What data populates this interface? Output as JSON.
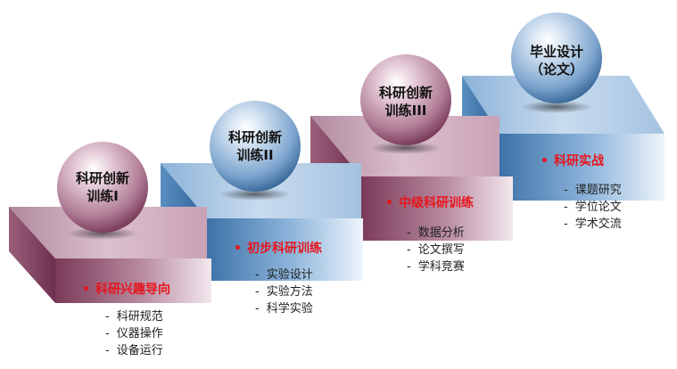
{
  "colors": {
    "pink_top": "#c8a0b3",
    "pink_front": "#8e4d6a",
    "blue_top": "#a9c7e2",
    "blue_front": "#5a8fc0",
    "title_red": "#e8141b"
  },
  "stages": [
    {
      "ball": [
        "科研创新",
        "训练I"
      ],
      "title": "科研兴趣导向",
      "items": [
        "科研规范",
        "仪器操作",
        "设备运行"
      ]
    },
    {
      "ball": [
        "科研创新",
        "训练II"
      ],
      "title": "初步科研训练",
      "items": [
        "实验设计",
        "实验方法",
        "科学实验"
      ]
    },
    {
      "ball": [
        "科研创新",
        "训练III"
      ],
      "title": "中级科研训练",
      "items": [
        "数据分析",
        "论文撰写",
        "学科竞赛"
      ]
    },
    {
      "ball": [
        "毕业设计",
        "（论文）"
      ],
      "title": "科研实战",
      "items": [
        "课题研究",
        "学位论文",
        "学术交流"
      ]
    }
  ],
  "bullet_char": "•",
  "dash_char": "-"
}
